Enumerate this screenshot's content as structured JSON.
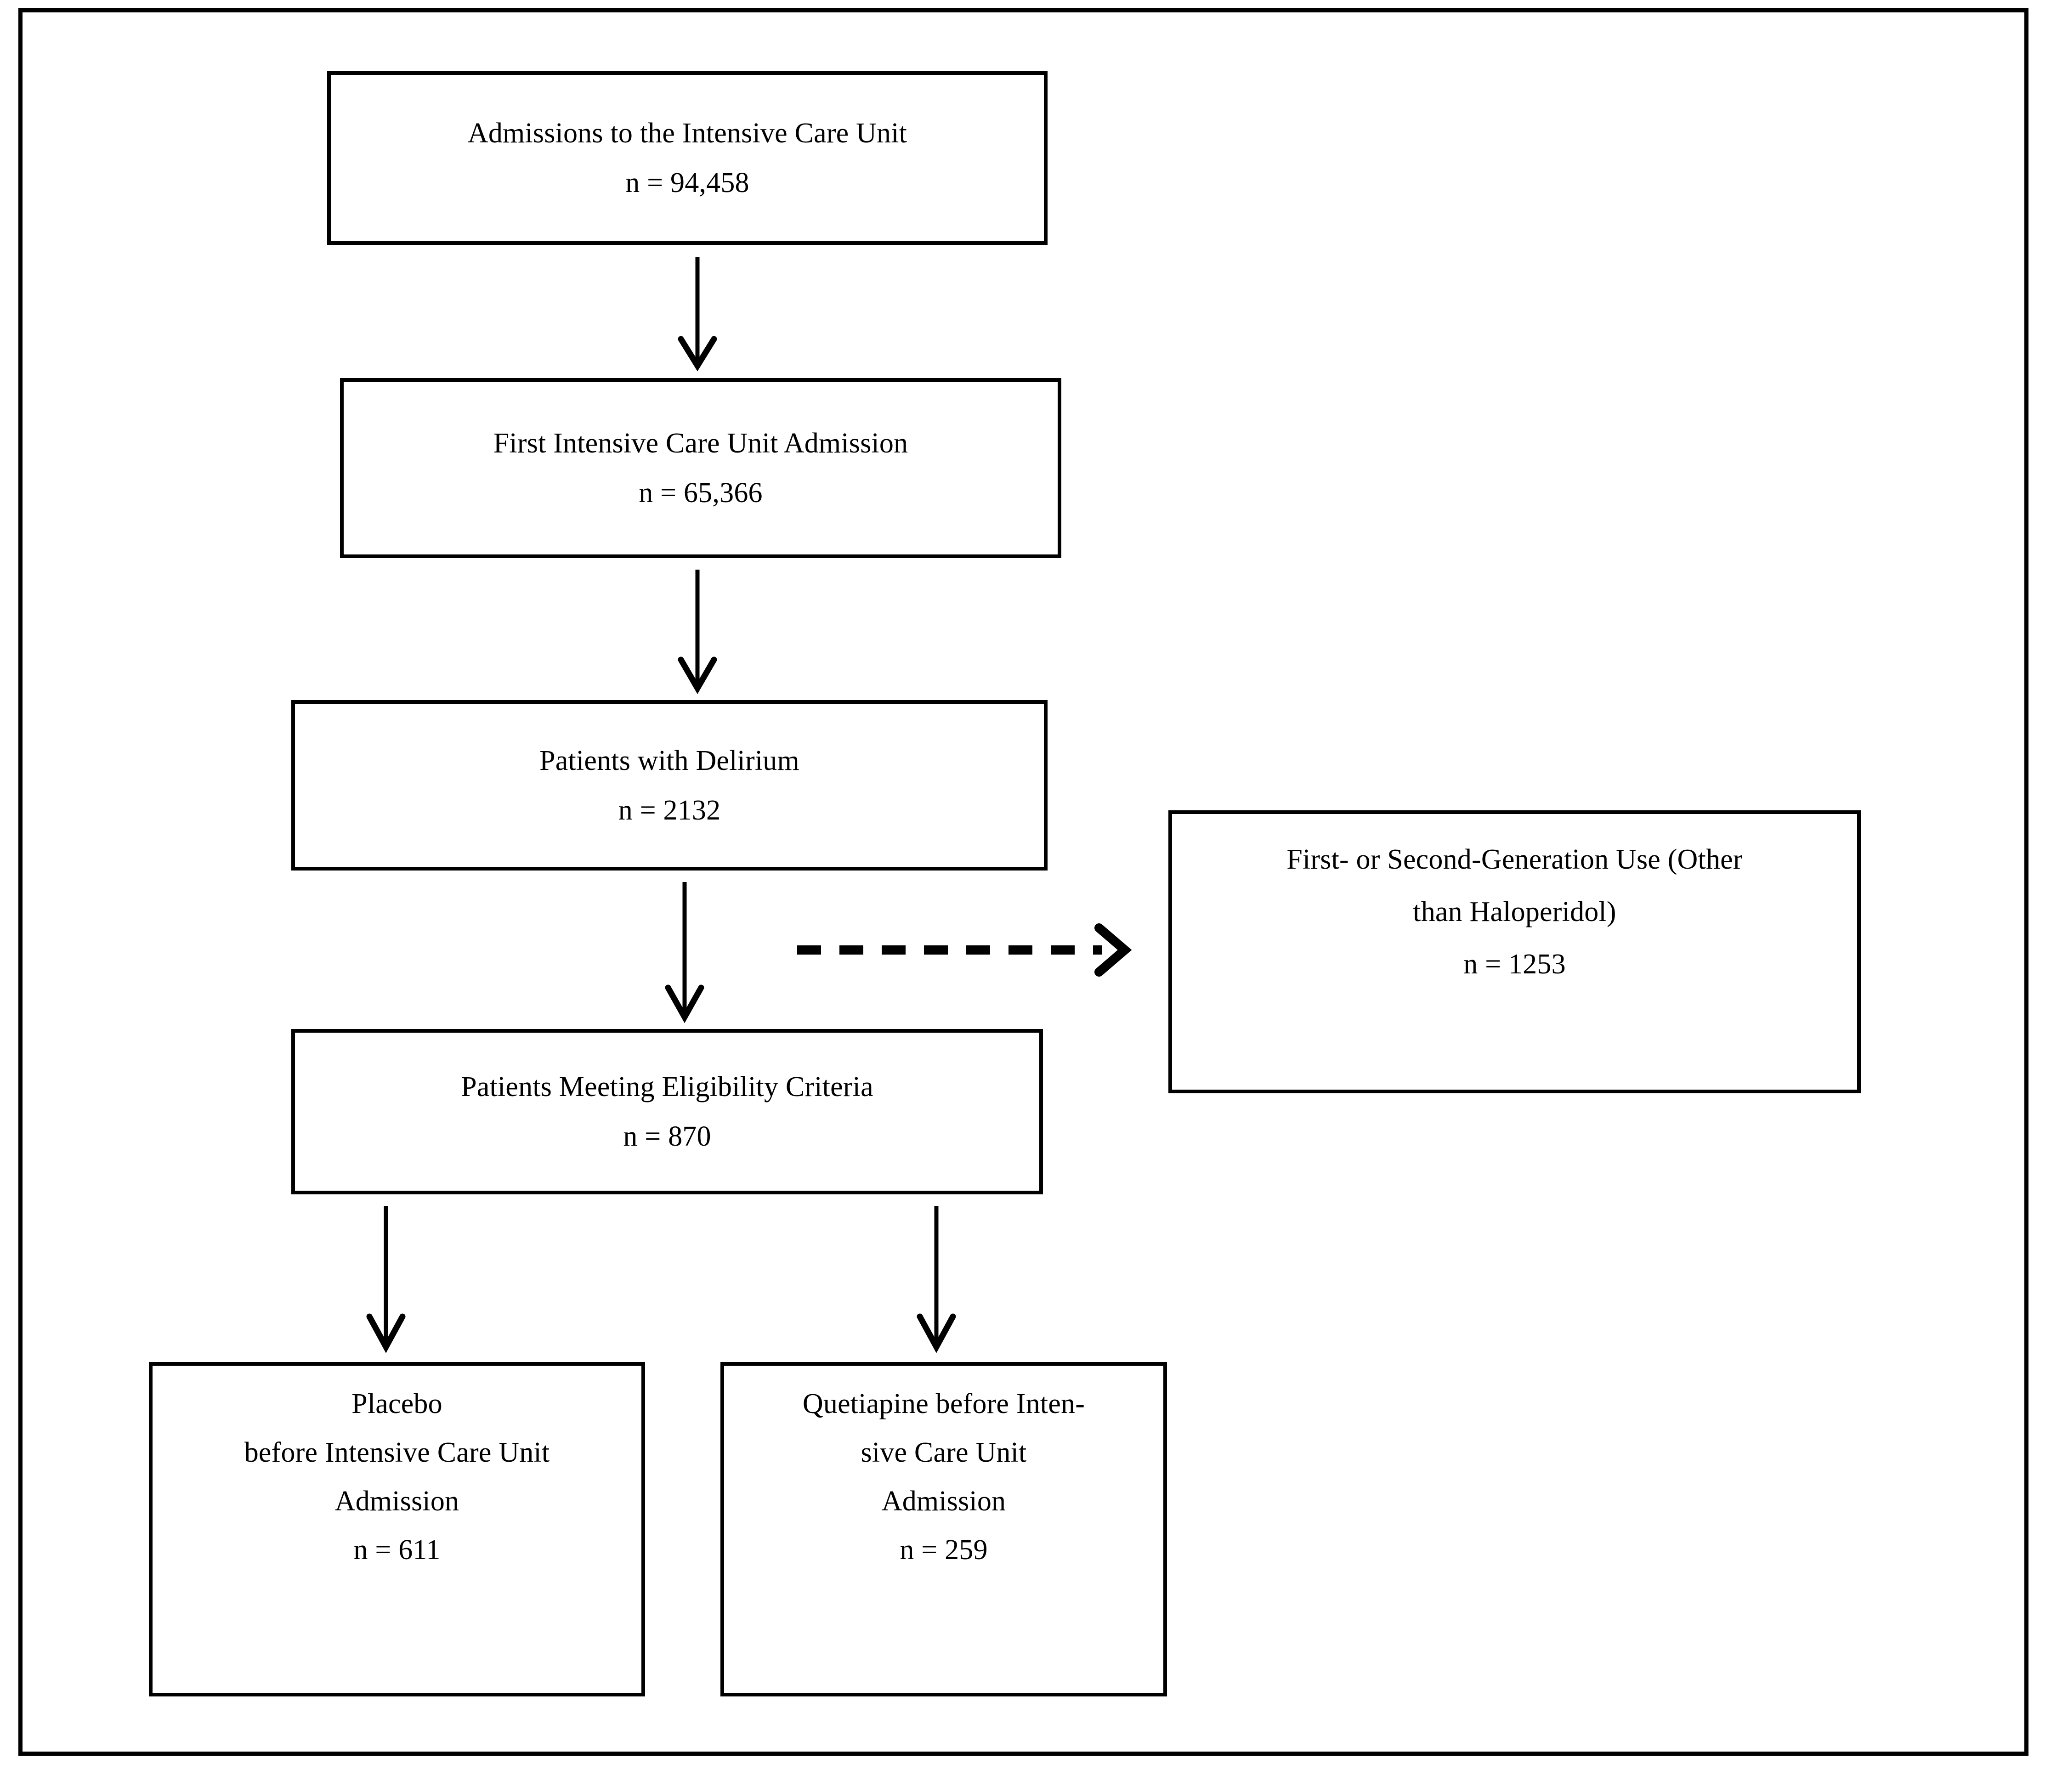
{
  "figure": {
    "type": "flowchart",
    "orientation": "top-to-bottom",
    "nodes": [
      {
        "id": "admissions",
        "lines": [
          "Admissions to the Intensive Care Unit",
          "n = 94,458"
        ],
        "label": "Admissions to the Intensive Care Unit",
        "n": "94,458"
      },
      {
        "id": "first-icu",
        "lines": [
          "First Intensive Care Unit Admission",
          "n = 65,366"
        ],
        "label": "First Intensive Care Unit Admission",
        "n": "65,366"
      },
      {
        "id": "delirium",
        "lines": [
          "Patients with Delirium",
          "n = 2132"
        ],
        "label": "Patients with Delirium",
        "n": "2132"
      },
      {
        "id": "eligibility",
        "lines": [
          "Patients Meeting Eligibility Criteria",
          "n = 870"
        ],
        "label": "Patients Meeting Eligibility Criteria",
        "n": "870"
      },
      {
        "id": "exclusion",
        "lines": [
          "First- or Second-Generation Use (Other",
          "than Haloperidol)",
          "n = 1253"
        ],
        "label": "First- or Second-Generation Use (Other than Haloperidol)",
        "n": "1253"
      },
      {
        "id": "placebo",
        "lines": [
          "Placebo",
          "before Intensive Care Unit",
          "Admission",
          "n = 611"
        ],
        "label": "Placebo before Intensive Care Unit Admission",
        "n": "611"
      },
      {
        "id": "quetiapine",
        "lines": [
          "Quetiapine before Inten-",
          "sive Care Unit",
          "Admission",
          "n = 259"
        ],
        "label": "Quetiapine before Intensive Care Unit Admission",
        "n": "259"
      }
    ],
    "edges": [
      {
        "id": "admissions-to-first-icu",
        "from": "admissions",
        "to": "first-icu",
        "style": "solid",
        "direction": "down"
      },
      {
        "id": "first-icu-to-delirium",
        "from": "first-icu",
        "to": "delirium",
        "style": "solid",
        "direction": "down"
      },
      {
        "id": "delirium-to-eligibility",
        "from": "delirium",
        "to": "eligibility",
        "style": "solid",
        "direction": "down"
      },
      {
        "id": "delirium-to-exclusion",
        "from": "delirium",
        "to": "exclusion",
        "style": "dashed",
        "direction": "right"
      },
      {
        "id": "eligibility-to-placebo",
        "from": "eligibility",
        "to": "placebo",
        "style": "solid",
        "direction": "down"
      },
      {
        "id": "eligibility-to-quetiapine",
        "from": "eligibility",
        "to": "quetiapine",
        "style": "solid",
        "direction": "down"
      }
    ],
    "colors": {
      "stroke": "#000000",
      "background": "#ffffff",
      "text": "#000000"
    }
  },
  "nodes": {
    "admissions": {
      "l0": "Admissions to the Intensive Care Unit",
      "l1": "n = 94,458"
    },
    "first_icu": {
      "l0": "First Intensive Care Unit Admission",
      "l1": "n = 65,366"
    },
    "delirium": {
      "l0": "Patients with Delirium",
      "l1": "n = 2132"
    },
    "eligibility": {
      "l0": "Patients Meeting Eligibility Criteria",
      "l1": "n = 870"
    },
    "exclusion": {
      "l0": "First- or Second-Generation Use (Other",
      "l1": "than Haloperidol)",
      "l2": "n = 1253"
    },
    "placebo": {
      "l0": "Placebo",
      "l1": "before Intensive Care Unit",
      "l2": "Admission",
      "l3": "n = 611"
    },
    "quetiapine": {
      "l0": "Quetiapine before Inten-",
      "l1": "sive Care Unit",
      "l2": "Admission",
      "l3": "n = 259"
    }
  }
}
